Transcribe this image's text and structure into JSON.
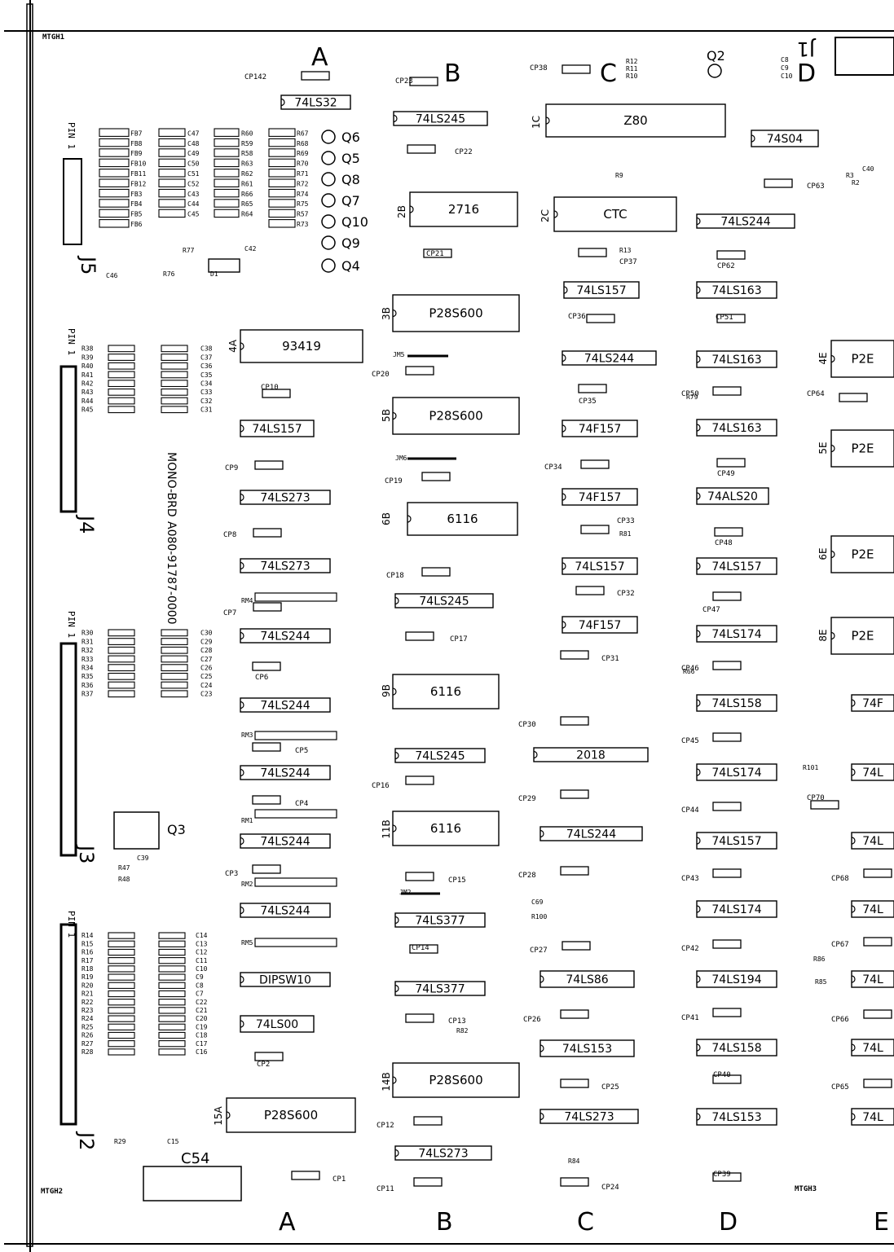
{
  "columns": [
    "A",
    "B",
    "C",
    "D",
    "E"
  ],
  "columns_bottom": [
    "A",
    "B",
    "C",
    "D",
    "E"
  ],
  "mounting": [
    "MTGH1",
    "MTGH2",
    "MTGH3"
  ],
  "pin1": [
    "PIN 1",
    "PIN 1",
    "PIN 1",
    "PIN 1"
  ],
  "connectors": [
    "J5",
    "J4",
    "J3",
    "J2",
    "J1"
  ],
  "board_id": [
    "MONO-BRD",
    "A080-91787-0000"
  ],
  "transistors": [
    "Q6",
    "Q5",
    "Q8",
    "Q7",
    "Q10",
    "Q9",
    "Q4",
    "Q2",
    "Q3"
  ],
  "big_cap": "C54",
  "chips": [
    {
      "ref": "74LS32"
    },
    {
      "ref": "74LS245"
    },
    {
      "ref": "Z80"
    },
    {
      "ref": "74S04"
    },
    {
      "ref": "2716"
    },
    {
      "ref": "CTC"
    },
    {
      "ref": "74LS244"
    },
    {
      "ref": "74LS157"
    },
    {
      "ref": "74LS163"
    },
    {
      "ref": "P28S600"
    },
    {
      "ref": "93419"
    },
    {
      "ref": "74LS244"
    },
    {
      "ref": "74LS163"
    },
    {
      "ref": "P2E"
    },
    {
      "ref": "74LS157"
    },
    {
      "ref": "P28S600"
    },
    {
      "ref": "74F157"
    },
    {
      "ref": "74LS163"
    },
    {
      "ref": "P2E"
    },
    {
      "ref": "74LS273"
    },
    {
      "ref": "6116"
    },
    {
      "ref": "74F157"
    },
    {
      "ref": "74ALS20"
    },
    {
      "ref": "74LS273"
    },
    {
      "ref": "74LS157"
    },
    {
      "ref": "74LS157"
    },
    {
      "ref": "P2E"
    },
    {
      "ref": "74LS244"
    },
    {
      "ref": "74LS245"
    },
    {
      "ref": "74F157"
    },
    {
      "ref": "74LS174"
    },
    {
      "ref": "P2E"
    },
    {
      "ref": "74LS244"
    },
    {
      "ref": "6116"
    },
    {
      "ref": "74LS158"
    },
    {
      "ref": "74F"
    },
    {
      "ref": "74LS244"
    },
    {
      "ref": "74LS245"
    },
    {
      "ref": "2018"
    },
    {
      "ref": "74LS174"
    },
    {
      "ref": "74L"
    },
    {
      "ref": "74LS244"
    },
    {
      "ref": "6116"
    },
    {
      "ref": "74LS244"
    },
    {
      "ref": "74LS157"
    },
    {
      "ref": "74L"
    },
    {
      "ref": "74LS244"
    },
    {
      "ref": "74LS377"
    },
    {
      "ref": "74LS174"
    },
    {
      "ref": "74L"
    },
    {
      "ref": "DIPSW10"
    },
    {
      "ref": "74LS377"
    },
    {
      "ref": "74LS86"
    },
    {
      "ref": "74LS194"
    },
    {
      "ref": "74L"
    },
    {
      "ref": "74LS00"
    },
    {
      "ref": "74LS153"
    },
    {
      "ref": "74LS158"
    },
    {
      "ref": "74L"
    },
    {
      "ref": "P28S600"
    },
    {
      "ref": "P28S600"
    },
    {
      "ref": "74LS273"
    },
    {
      "ref": "74LS153"
    },
    {
      "ref": "74L"
    },
    {
      "ref": "74LS273"
    }
  ],
  "sockets": [
    "1C",
    "2B",
    "2C",
    "3B",
    "4A",
    "4E",
    "5B",
    "5E",
    "6B",
    "6E",
    "9B",
    "8E",
    "11B",
    "14B",
    "15A"
  ],
  "caps": [
    "CP142",
    "CP23",
    "CP38",
    "CP22",
    "CP63",
    "CP21",
    "CP37",
    "CP62",
    "CP36",
    "CP51",
    "CP35",
    "CP20",
    "CP10",
    "CP50",
    "CP64",
    "CP9",
    "CP19",
    "CP34",
    "CP49",
    "CP8",
    "CP18",
    "CP33",
    "CP48",
    "CP7",
    "CP32",
    "CP47",
    "CP6",
    "CP17",
    "CP31",
    "CP46",
    "CP5",
    "CP30",
    "CP45",
    "CP4",
    "CP16",
    "CP29",
    "CP44",
    "CP70",
    "CP3",
    "CP15",
    "CP28",
    "CP43",
    "CP68",
    "CP14",
    "CP27",
    "CP42",
    "CP67",
    "CP2",
    "CP13",
    "CP26",
    "CP41",
    "CP66",
    "CP25",
    "CP40",
    "CP65",
    "CP12",
    "CP1",
    "CP11",
    "CP24",
    "CP39"
  ],
  "small_labels": [
    "R12",
    "R11",
    "R10",
    "C8",
    "C9",
    "C10",
    "R9",
    "R13",
    "R79",
    "R81",
    "R66",
    "R82",
    "R84",
    "R100",
    "R86",
    "C69",
    "R101",
    "C40",
    "R3",
    "R2",
    "R85",
    "R47",
    "R48",
    "C39",
    "JM5",
    "JM6",
    "JM2",
    "RM1",
    "RM2",
    "RM3",
    "RM4",
    "RM5"
  ],
  "left_res_j5": [
    "FB7",
    "FB8",
    "FB9",
    "FB10",
    "FB11",
    "FB12",
    "FB3",
    "FB4",
    "FB5",
    "FB6"
  ],
  "left_cap_j5": [
    "C47",
    "C48",
    "C49",
    "C50",
    "C51",
    "C52",
    "C43",
    "C44",
    "C45"
  ],
  "left_r_j5a": [
    "R60",
    "R59",
    "R58",
    "R63",
    "R62",
    "R61",
    "R66",
    "R65",
    "R64"
  ],
  "left_r_j5b": [
    "R67",
    "R68",
    "R69",
    "R70",
    "R71",
    "R72",
    "R74",
    "R75",
    "R57",
    "R73"
  ],
  "j5_bottom": [
    "C46",
    "R76",
    "D1",
    "R77",
    "C42"
  ],
  "j4_res": [
    "R38",
    "R39",
    "R40",
    "R41",
    "R42",
    "R43",
    "R44",
    "R45"
  ],
  "j4_caps": [
    "C38",
    "C37",
    "C36",
    "C35",
    "C34",
    "C33",
    "C32",
    "C31"
  ],
  "j3_res": [
    "R30",
    "R31",
    "R32",
    "R33",
    "R34",
    "R35",
    "R36",
    "R37"
  ],
  "j3_caps": [
    "C30",
    "C29",
    "C28",
    "C27",
    "C26",
    "C25",
    "C24",
    "C23"
  ],
  "j2_res": [
    "R14",
    "R15",
    "R16",
    "R17",
    "R18",
    "R19",
    "R20",
    "R21",
    "R22",
    "R23",
    "R24",
    "R25",
    "R26",
    "R27",
    "R28"
  ],
  "j2_caps": [
    "C14",
    "C13",
    "C12",
    "C11",
    "C10",
    "C9",
    "C8",
    "C7",
    "C22",
    "C21",
    "C20",
    "C19",
    "C18",
    "C17",
    "C16"
  ],
  "j2_bottom": [
    "R29",
    "C15"
  ]
}
